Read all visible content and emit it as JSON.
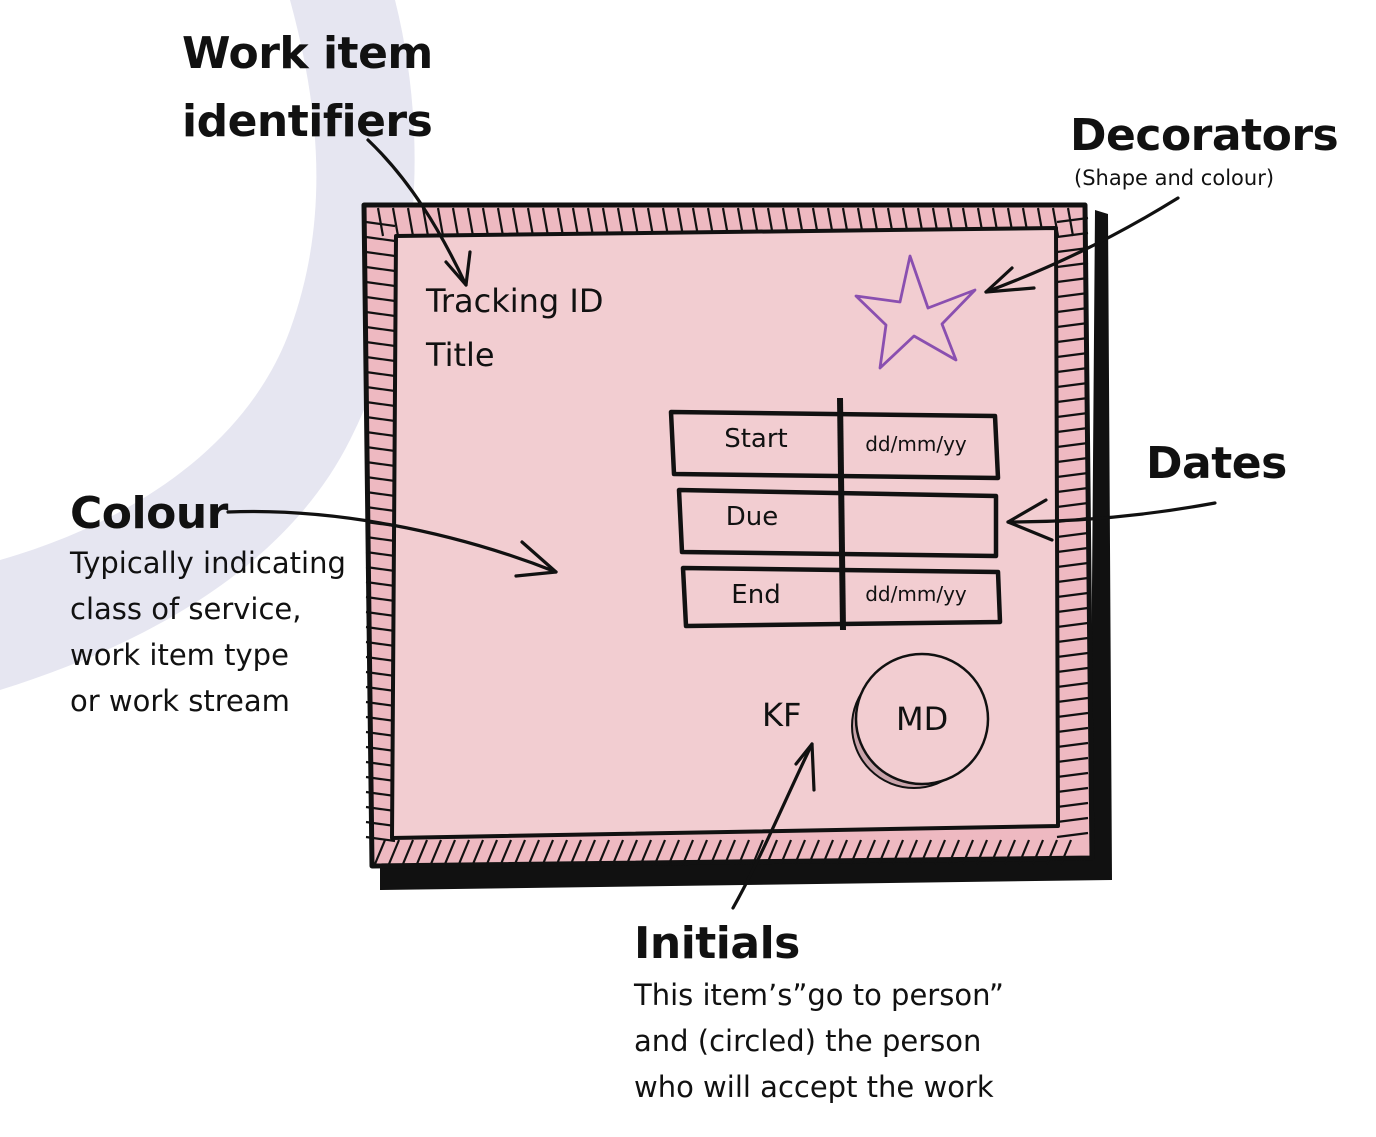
{
  "annotations": {
    "work_item": {
      "title_line1": "Work item",
      "title_line2": "identifiers"
    },
    "decorators": {
      "title": "Decorators",
      "subtitle": "(Shape and colour)"
    },
    "dates": {
      "title": "Dates"
    },
    "colour": {
      "title": "Colour",
      "lines": [
        "Typically indicating",
        "class of service,",
        "work item type",
        "or work stream"
      ]
    },
    "initials": {
      "title": "Initials",
      "lines": [
        "This item’s”go to person”",
        "and (circled) the person",
        "who will accept the work"
      ]
    }
  },
  "card": {
    "tracking_id": "Tracking ID",
    "title": "Title",
    "dates_table": [
      {
        "label": "Start",
        "value": "dd/mm/yy"
      },
      {
        "label": "Due",
        "value": ""
      },
      {
        "label": "End",
        "value": "dd/mm/yy"
      }
    ],
    "initials": "KF",
    "circled_initials": "MD"
  },
  "colors": {
    "card_fill": "#f2cdd1",
    "border_fill": "#eeb9c1",
    "ink": "#111111",
    "star": "#8a4fb0",
    "swoosh": "#e6e6f1"
  },
  "icons": {
    "decorator": "star-icon"
  }
}
